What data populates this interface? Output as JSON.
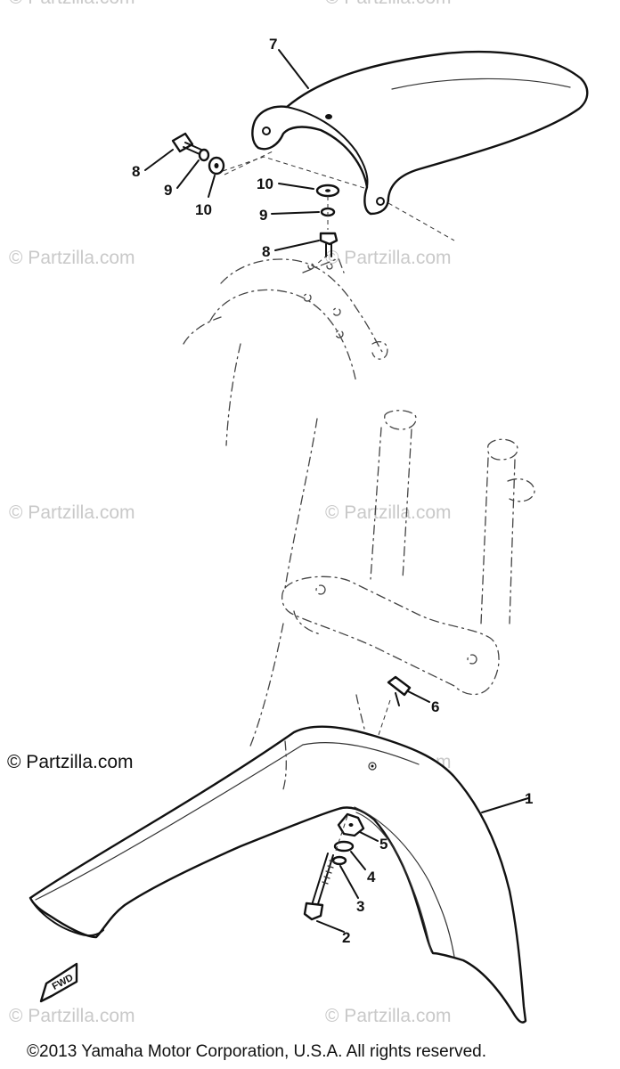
{
  "watermarks": {
    "text": "© Partzilla.com",
    "prominent_text": "© Partzilla.com"
  },
  "callouts": {
    "fender_front": "1",
    "bolt_fender": "2",
    "spring_washer_fender": "3",
    "plain_washer_fender": "4",
    "nut_plate": "5",
    "bracket_clip": "6",
    "headlight_cover": "7",
    "bolt_left": "8",
    "lock_washer_left": "9",
    "washer_left": "10",
    "washer_right": "10",
    "lock_washer_right": "9",
    "bolt_right": "8"
  },
  "fwd_label": "FWD",
  "copyright": "©2013  Yamaha Motor Corporation, U.S.A. All rights reserved."
}
